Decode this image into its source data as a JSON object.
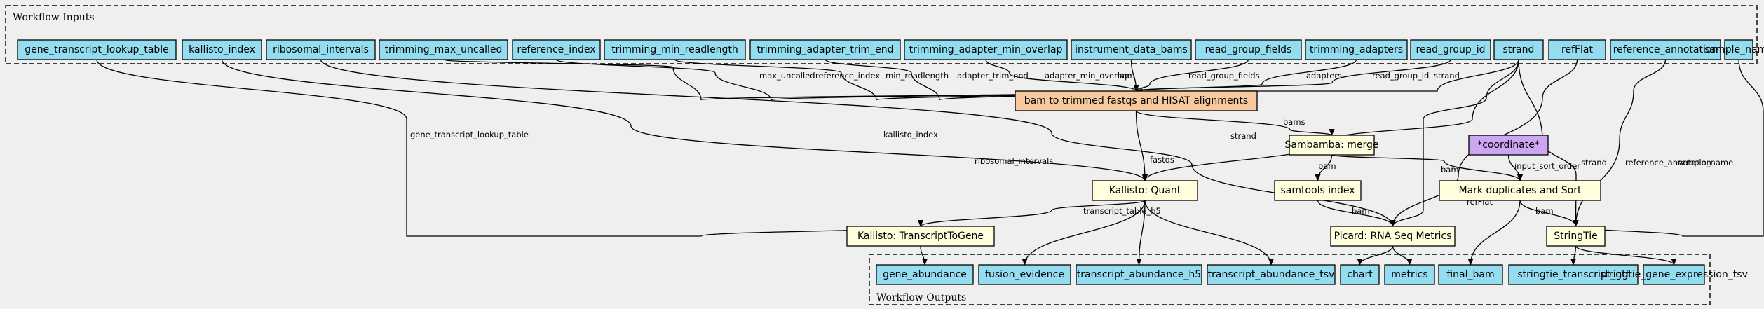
{
  "inputs_label": "Workflow Inputs",
  "outputs_label": "Workflow Outputs",
  "colors": {
    "input": "#94ddf0",
    "output": "#94ddf0",
    "step": "#ffffdd",
    "main_step": "#f7c99e",
    "constant": "#cda6f2",
    "background": "#efefef"
  },
  "nodes": [
    {
      "id": "gtlt",
      "label": "gene_transcript_lookup_table",
      "kind": "input"
    },
    {
      "id": "kidx",
      "label": "kallisto_index",
      "kind": "input"
    },
    {
      "id": "rint",
      "label": "ribosomal_intervals",
      "kind": "input"
    },
    {
      "id": "tmu",
      "label": "trimming_max_uncalled",
      "kind": "input"
    },
    {
      "id": "ridx",
      "label": "reference_index",
      "kind": "input"
    },
    {
      "id": "tmr",
      "label": "trimming_min_readlength",
      "kind": "input"
    },
    {
      "id": "tate",
      "label": "trimming_adapter_trim_end",
      "kind": "input"
    },
    {
      "id": "tamo",
      "label": "trimming_adapter_min_overlap",
      "kind": "input"
    },
    {
      "id": "idb",
      "label": "instrument_data_bams",
      "kind": "input"
    },
    {
      "id": "rgf",
      "label": "read_group_fields",
      "kind": "input"
    },
    {
      "id": "tad",
      "label": "trimming_adapters",
      "kind": "input"
    },
    {
      "id": "rgid",
      "label": "read_group_id",
      "kind": "input"
    },
    {
      "id": "strand",
      "label": "strand",
      "kind": "input"
    },
    {
      "id": "refflat",
      "label": "refFlat",
      "kind": "input"
    },
    {
      "id": "refann",
      "label": "reference_annotation",
      "kind": "input"
    },
    {
      "id": "sname",
      "label": "sample_name",
      "kind": "input"
    },
    {
      "id": "bam2fq",
      "label": "bam to trimmed fastqs and HISAT alignments",
      "kind": "main_step"
    },
    {
      "id": "samb",
      "label": "Sambamba: merge",
      "kind": "step"
    },
    {
      "id": "coord",
      "label": "*coordinate*",
      "kind": "constant"
    },
    {
      "id": "samidx",
      "label": "samtools index",
      "kind": "step"
    },
    {
      "id": "markdup",
      "label": "Mark duplicates and Sort",
      "kind": "step"
    },
    {
      "id": "kquant",
      "label": "Kallisto: Quant",
      "kind": "step"
    },
    {
      "id": "kt2g",
      "label": "Kallisto: TranscriptToGene",
      "kind": "step"
    },
    {
      "id": "picard",
      "label": "Picard: RNA Seq Metrics",
      "kind": "step"
    },
    {
      "id": "stringtie",
      "label": "StringTie",
      "kind": "step"
    },
    {
      "id": "o_ga",
      "label": "gene_abundance",
      "kind": "output"
    },
    {
      "id": "o_fe",
      "label": "fusion_evidence",
      "kind": "output"
    },
    {
      "id": "o_tah5",
      "label": "transcript_abundance_h5",
      "kind": "output"
    },
    {
      "id": "o_tat",
      "label": "transcript_abundance_tsv",
      "kind": "output"
    },
    {
      "id": "o_chart",
      "label": "chart",
      "kind": "output"
    },
    {
      "id": "o_metrics",
      "label": "metrics",
      "kind": "output"
    },
    {
      "id": "o_fbam",
      "label": "final_bam",
      "kind": "output"
    },
    {
      "id": "o_stg",
      "label": "stringtie_transcript_gtf",
      "kind": "output"
    },
    {
      "id": "o_sget",
      "label": "stringtie_gene_expression_tsv",
      "kind": "output"
    }
  ],
  "edges": [
    {
      "from": "tmu",
      "to": "bam2fq",
      "label": "max_uncalled"
    },
    {
      "from": "ridx",
      "to": "bam2fq",
      "label": "reference_index"
    },
    {
      "from": "tmr",
      "to": "bam2fq",
      "label": "min_readlength"
    },
    {
      "from": "tate",
      "to": "bam2fq",
      "label": "adapter_trim_end"
    },
    {
      "from": "tamo",
      "to": "bam2fq",
      "label": "adapter_min_overlap"
    },
    {
      "from": "idb",
      "to": "bam2fq",
      "label": "bam"
    },
    {
      "from": "rgf",
      "to": "bam2fq",
      "label": "read_group_fields"
    },
    {
      "from": "tad",
      "to": "bam2fq",
      "label": "adapters"
    },
    {
      "from": "rgid",
      "to": "bam2fq",
      "label": "read_group_id"
    },
    {
      "from": "strand",
      "to": "bam2fq",
      "label": "strand"
    },
    {
      "from": "gtlt",
      "to": "kt2g",
      "label": "gene_transcript_lookup_table"
    },
    {
      "from": "kidx",
      "to": "kquant",
      "label": "kallisto_index"
    },
    {
      "from": "rint",
      "to": "picard",
      "label": "ribosomal_intervals"
    },
    {
      "from": "strand",
      "to": "kquant",
      "label": "strand"
    },
    {
      "from": "strand",
      "to": "picard",
      "label": "strand"
    },
    {
      "from": "strand",
      "to": "stringtie",
      "label": "strand"
    },
    {
      "from": "refflat",
      "to": "picard",
      "label": "refFlat"
    },
    {
      "from": "refann",
      "to": "stringtie",
      "label": "reference_annotation"
    },
    {
      "from": "sname",
      "to": "stringtie",
      "label": "sample_name"
    },
    {
      "from": "bam2fq",
      "to": "samb",
      "label": "bams"
    },
    {
      "from": "bam2fq",
      "to": "kquant",
      "label": "fastqs"
    },
    {
      "from": "samb",
      "to": "samidx",
      "label": "bam"
    },
    {
      "from": "samb",
      "to": "markdup",
      "label": "bam"
    },
    {
      "from": "coord",
      "to": "markdup",
      "label": "input_sort_order"
    },
    {
      "from": "samidx",
      "to": "picard",
      "label": "bam"
    },
    {
      "from": "markdup",
      "to": "stringtie",
      "label": "bam"
    },
    {
      "from": "markdup",
      "to": "o_fbam",
      "label": ""
    },
    {
      "from": "kquant",
      "to": "kt2g",
      "label": "transcript_table_h5"
    },
    {
      "from": "kquant",
      "to": "o_fe",
      "label": ""
    },
    {
      "from": "kquant",
      "to": "o_tah5",
      "label": ""
    },
    {
      "from": "kquant",
      "to": "o_tat",
      "label": ""
    },
    {
      "from": "kt2g",
      "to": "o_ga",
      "label": ""
    },
    {
      "from": "picard",
      "to": "o_chart",
      "label": ""
    },
    {
      "from": "picard",
      "to": "o_metrics",
      "label": ""
    },
    {
      "from": "stringtie",
      "to": "o_stg",
      "label": ""
    },
    {
      "from": "stringtie",
      "to": "o_sget",
      "label": ""
    }
  ]
}
